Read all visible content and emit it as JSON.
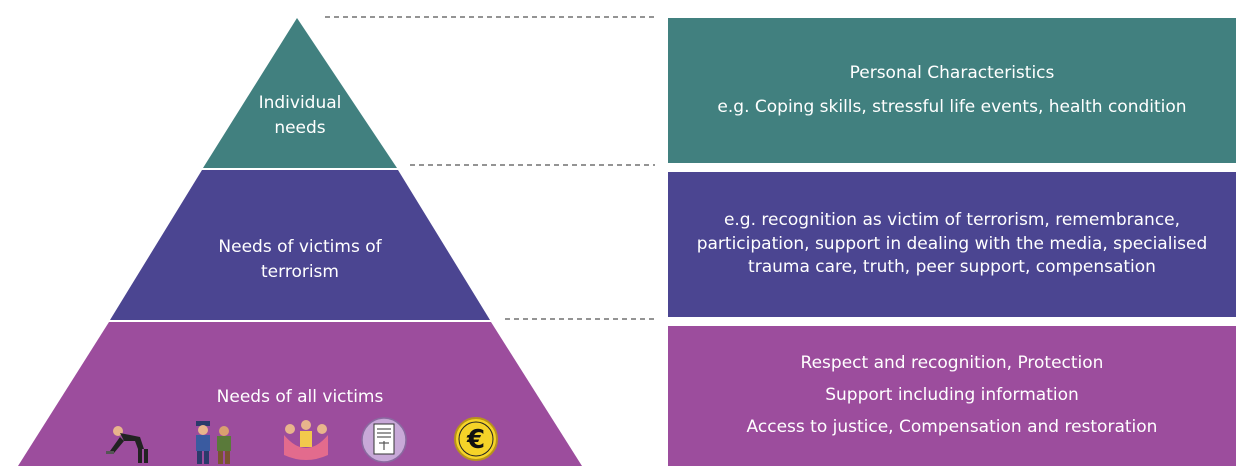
{
  "colors": {
    "top": "#41807f",
    "middle": "#4b4591",
    "bottom": "#9c4d9d",
    "divider": "#555555"
  },
  "pyramid": {
    "top_label": "Individual\nneeds",
    "middle_label": "Needs of victims of\nterrorism",
    "bottom_label": "Needs of all victims"
  },
  "boxes": {
    "top": {
      "line1": "Personal Characteristics",
      "line2": "e.g. Coping skills, stressful life events, health condition"
    },
    "middle": {
      "line1": "e.g. recognition as victim of terrorism, remembrance,",
      "line2": "participation, support in dealing with the media, specialised",
      "line3": "trauma care, truth, peer support, compensation"
    },
    "bottom": {
      "line1": "Respect and recognition, Protection",
      "line2": "Support including information",
      "line3": "Access to justice, Compensation and restoration"
    }
  },
  "icons": [
    "person-bowing-icon",
    "police-officer-icon",
    "family-group-icon",
    "document-scales-icon",
    "euro-coin-icon"
  ]
}
